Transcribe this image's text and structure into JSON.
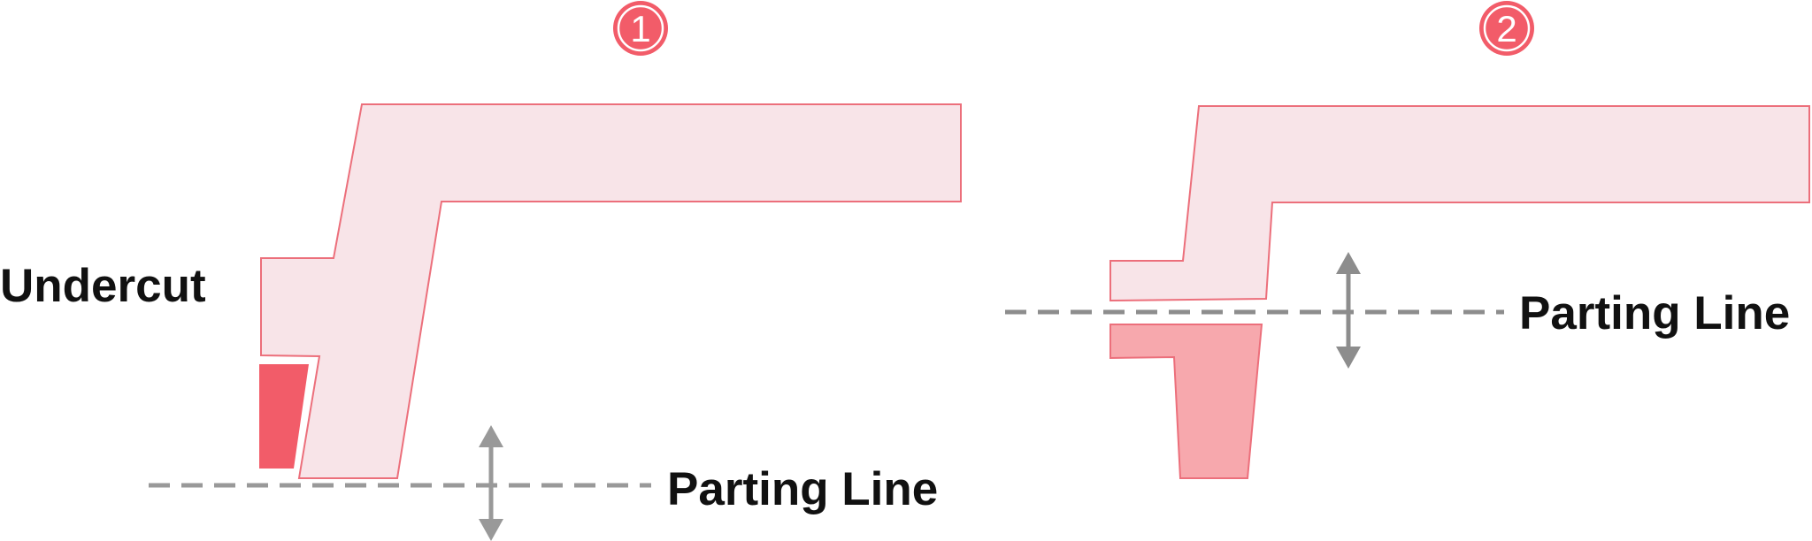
{
  "colors": {
    "accent": "#f25c69",
    "part_fill": "#f8e4e8",
    "part_stroke": "#ec6f7b",
    "undercut_fill": "#f25c69",
    "separated_fill": "#f7a8ad",
    "parting_line": "#999999",
    "arrow": "#8d8d8d",
    "text": "#111111"
  },
  "steps": [
    {
      "number": "1",
      "undercut_label": "Undercut",
      "parting_label": "Parting Line"
    },
    {
      "number": "2",
      "parting_label": "Parting Line"
    }
  ]
}
